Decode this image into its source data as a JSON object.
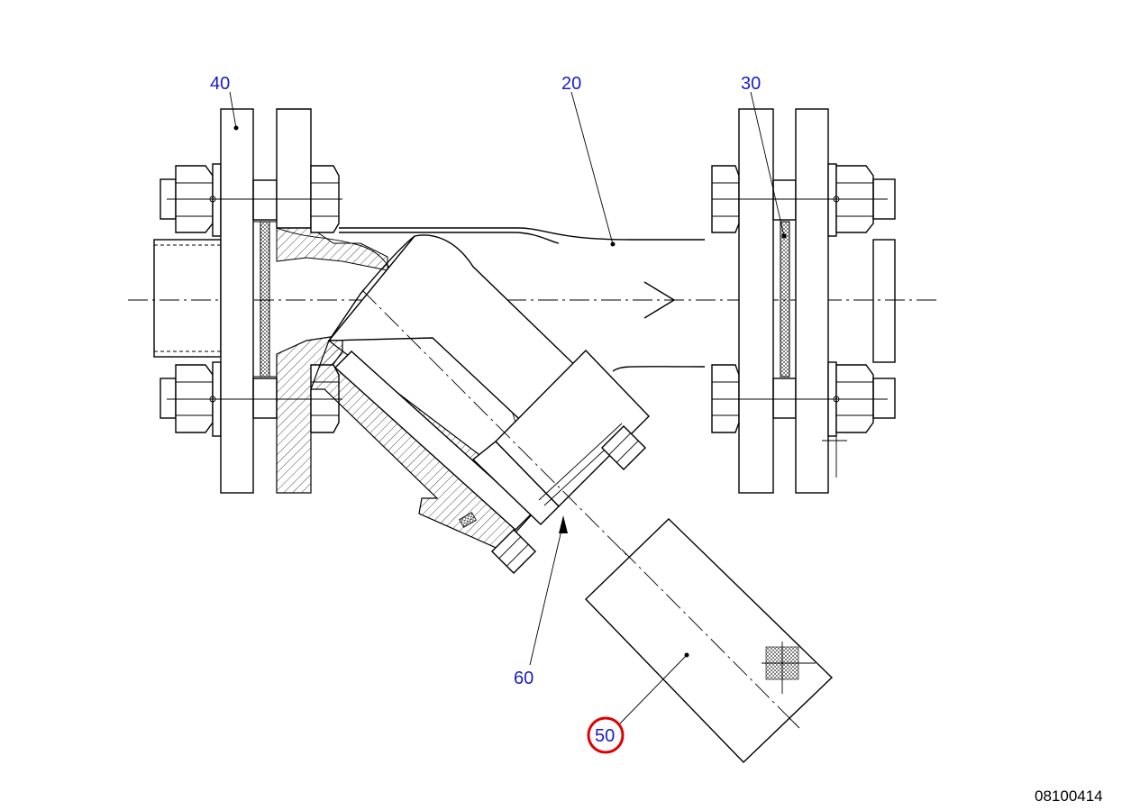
{
  "drawing": {
    "document_number": "08100414",
    "callout_color": "#1a1acc",
    "highlight_color": "#e00000",
    "callouts": [
      {
        "id": "40",
        "label": "40"
      },
      {
        "id": "20",
        "label": "20"
      },
      {
        "id": "30",
        "label": "30"
      },
      {
        "id": "60",
        "label": "60"
      },
      {
        "id": "50",
        "label": "50",
        "highlighted": true
      }
    ]
  }
}
